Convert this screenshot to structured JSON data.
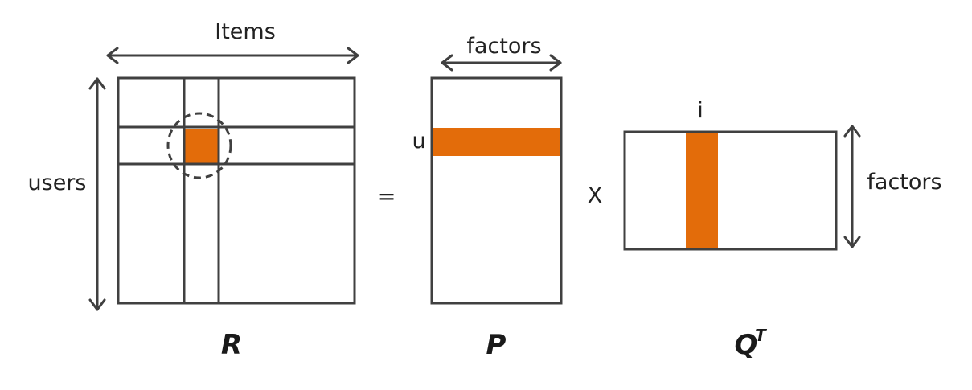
{
  "colors": {
    "stroke": "#404040",
    "highlight": "#e36c0a",
    "text": "#222222"
  },
  "labels": {
    "items": "Items",
    "users": "users",
    "factors_top": "factors",
    "factors_right": "factors",
    "u": "u",
    "i": "i",
    "equals": "=",
    "times": "X",
    "matrix_r": "R",
    "matrix_p": "P",
    "matrix_q": "Q",
    "matrix_q_sup": "T"
  }
}
